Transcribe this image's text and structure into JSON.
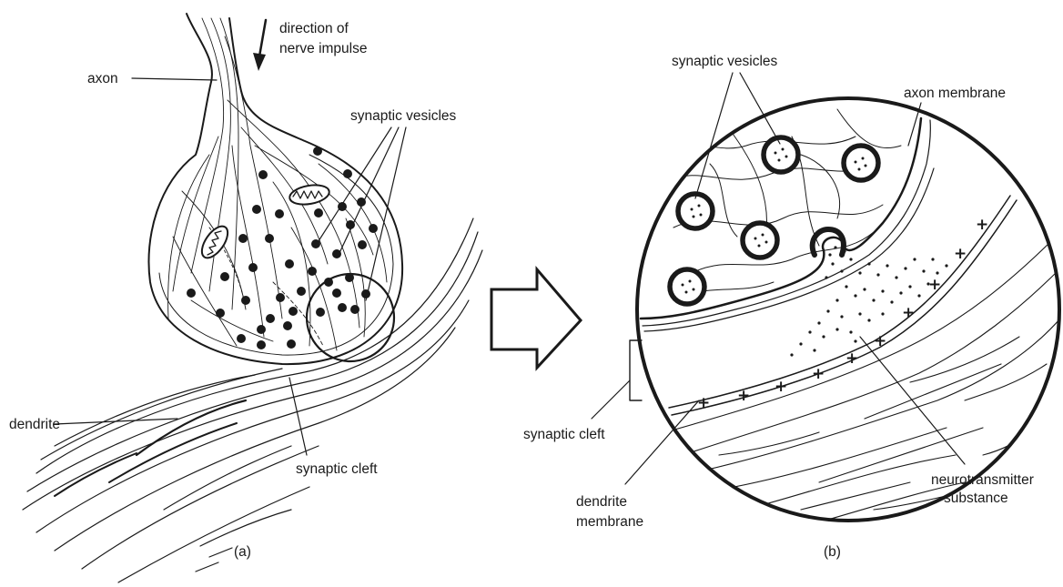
{
  "panel_a": {
    "caption": "(a)",
    "labels": {
      "direction_line1": "direction of",
      "direction_line2": "nerve impulse",
      "axon": "axon",
      "synaptic_vesicles": "synaptic vesicles",
      "dendrite": "dendrite",
      "synaptic_cleft": "synaptic cleft"
    }
  },
  "panel_b": {
    "caption": "(b)",
    "labels": {
      "synaptic_vesicles": "synaptic vesicles",
      "axon_membrane": "axon membrane",
      "synaptic_cleft": "synaptic cleft",
      "dendrite_membrane_line1": "dendrite",
      "dendrite_membrane_line2": "membrane",
      "neurotransmitter_line1": "neurotransmitter",
      "neurotransmitter_line2": "substance"
    }
  }
}
